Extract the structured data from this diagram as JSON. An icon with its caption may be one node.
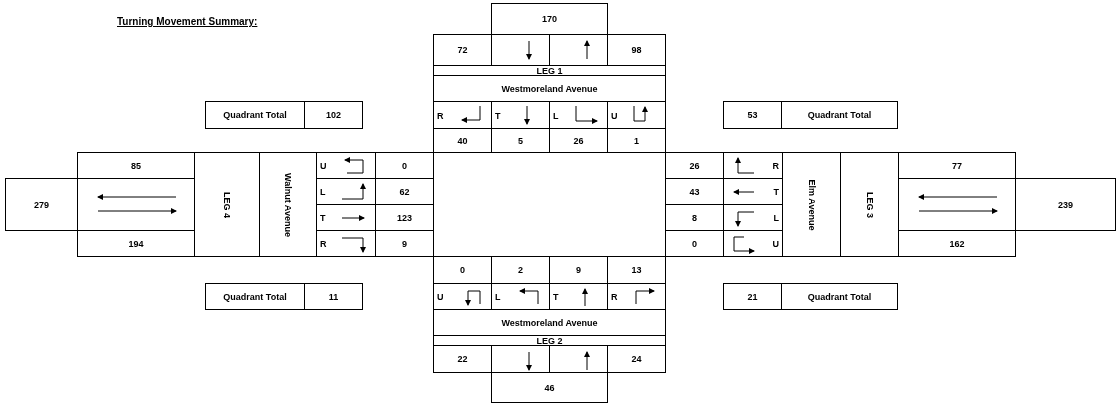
{
  "diagram": {
    "title": "Turning Movement Summary:",
    "labels": [
      "170",
      "72",
      "98",
      "LEG 1",
      "Westmoreland Avenue",
      "Quadrant Total",
      "102",
      "R",
      "T",
      "L",
      "U",
      "53",
      "Quadrant Total",
      "40",
      "5",
      "26",
      "1",
      "85",
      "LEG 4",
      "Walnut Avenue",
      "U",
      "0",
      "26",
      "R",
      "Elm Avenue",
      "LEG 3",
      "77",
      "279",
      "L",
      "62",
      "43",
      "T",
      "239",
      "T",
      "123",
      "8",
      "L",
      "194",
      "R",
      "9",
      "0",
      "U",
      "162",
      "0",
      "2",
      "9",
      "13",
      "Quadrant Total",
      "11",
      "U",
      "L",
      "T",
      "R",
      "21",
      "Quadrant Total",
      "Westmoreland Avenue",
      "LEG 2",
      "22",
      "24",
      "46"
    ]
  }
}
